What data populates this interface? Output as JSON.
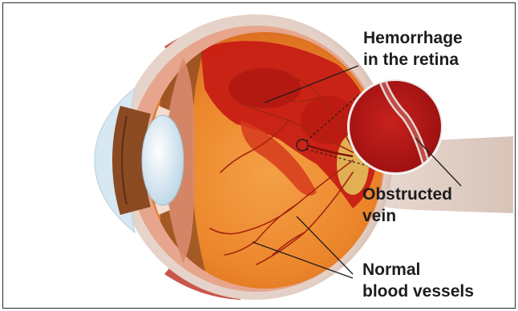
{
  "labels": {
    "hemorrhage": [
      "Hemorrhage",
      "in the retina"
    ],
    "obstructed_vein": [
      "Obstructed",
      "vein"
    ],
    "normal_vessels": [
      "Normal",
      "blood vessels"
    ]
  },
  "colors": {
    "frame": "#2b2b2b",
    "text": "#1d1d1d",
    "retina_orange": "#ee8a2e",
    "hemorrhage_red": "#c61a14",
    "sclera": "#ead8cf",
    "iris_brown": "#8a4a22",
    "lens_blue": "#cfe5f1",
    "leader_line": "#1d1d1d"
  },
  "icons": [
    "eye-cross-section-illustration",
    "magnified-vein-inset"
  ]
}
